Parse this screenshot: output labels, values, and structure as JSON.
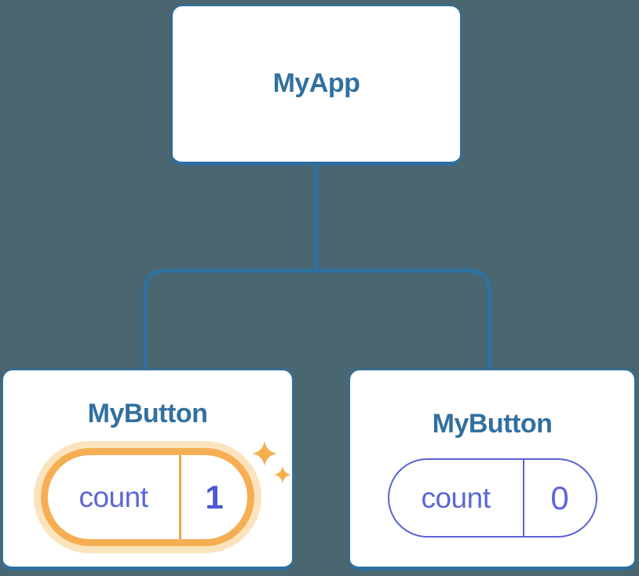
{
  "diagram": {
    "description": "React component tree with state",
    "background": "#4A6670",
    "connector_color": "#2E71A2",
    "root": {
      "label": "MyApp"
    },
    "children": [
      {
        "label": "MyButton",
        "highlighted": true,
        "state": {
          "key": "count",
          "value": "1"
        }
      },
      {
        "label": "MyButton",
        "highlighted": false,
        "state": {
          "key": "count",
          "value": "0"
        }
      }
    ],
    "colors": {
      "card_border": "#2E6F9F",
      "title_text": "#31709F",
      "state_text": "#5A67D8",
      "state_value_highlight_text": "#4C58D0",
      "state_border": "#5B63D4",
      "highlight_border": "#F6AE55",
      "highlight_halo": "#FBE4BD",
      "sparkle": "#F5B04D"
    }
  }
}
